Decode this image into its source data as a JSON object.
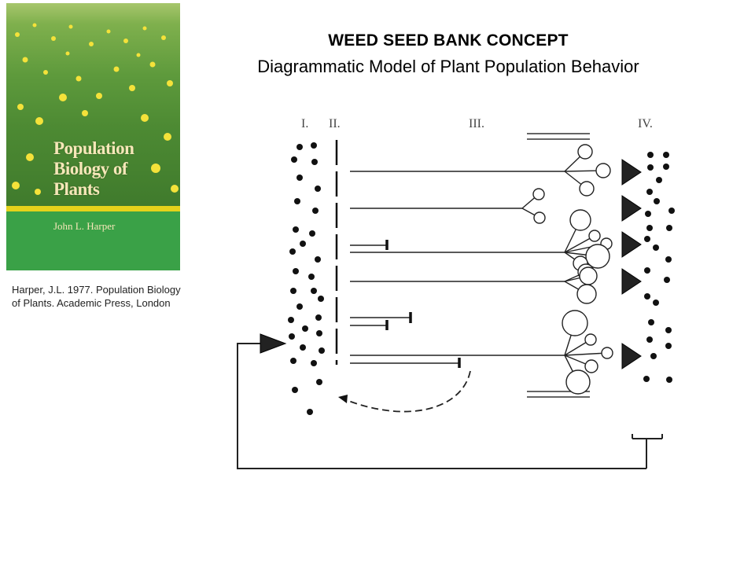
{
  "book": {
    "title": "Population\nBiology of\nPlants",
    "author": "John L. Harper"
  },
  "citation": "Harper, J.L. 1977. Population Biology of Plants. Academic Press, London",
  "title": "WEED SEED BANK CONCEPT",
  "subtitle": "Diagrammatic Model of Plant Population Behavior",
  "diagram": {
    "phases": [
      "I.",
      "II.",
      "III.",
      "IV."
    ]
  },
  "colors": {
    "cover_green": "#3aa147",
    "cover_stripe": "#e5d21b",
    "cover_text": "#f6e7b8",
    "ink": "#111111"
  }
}
